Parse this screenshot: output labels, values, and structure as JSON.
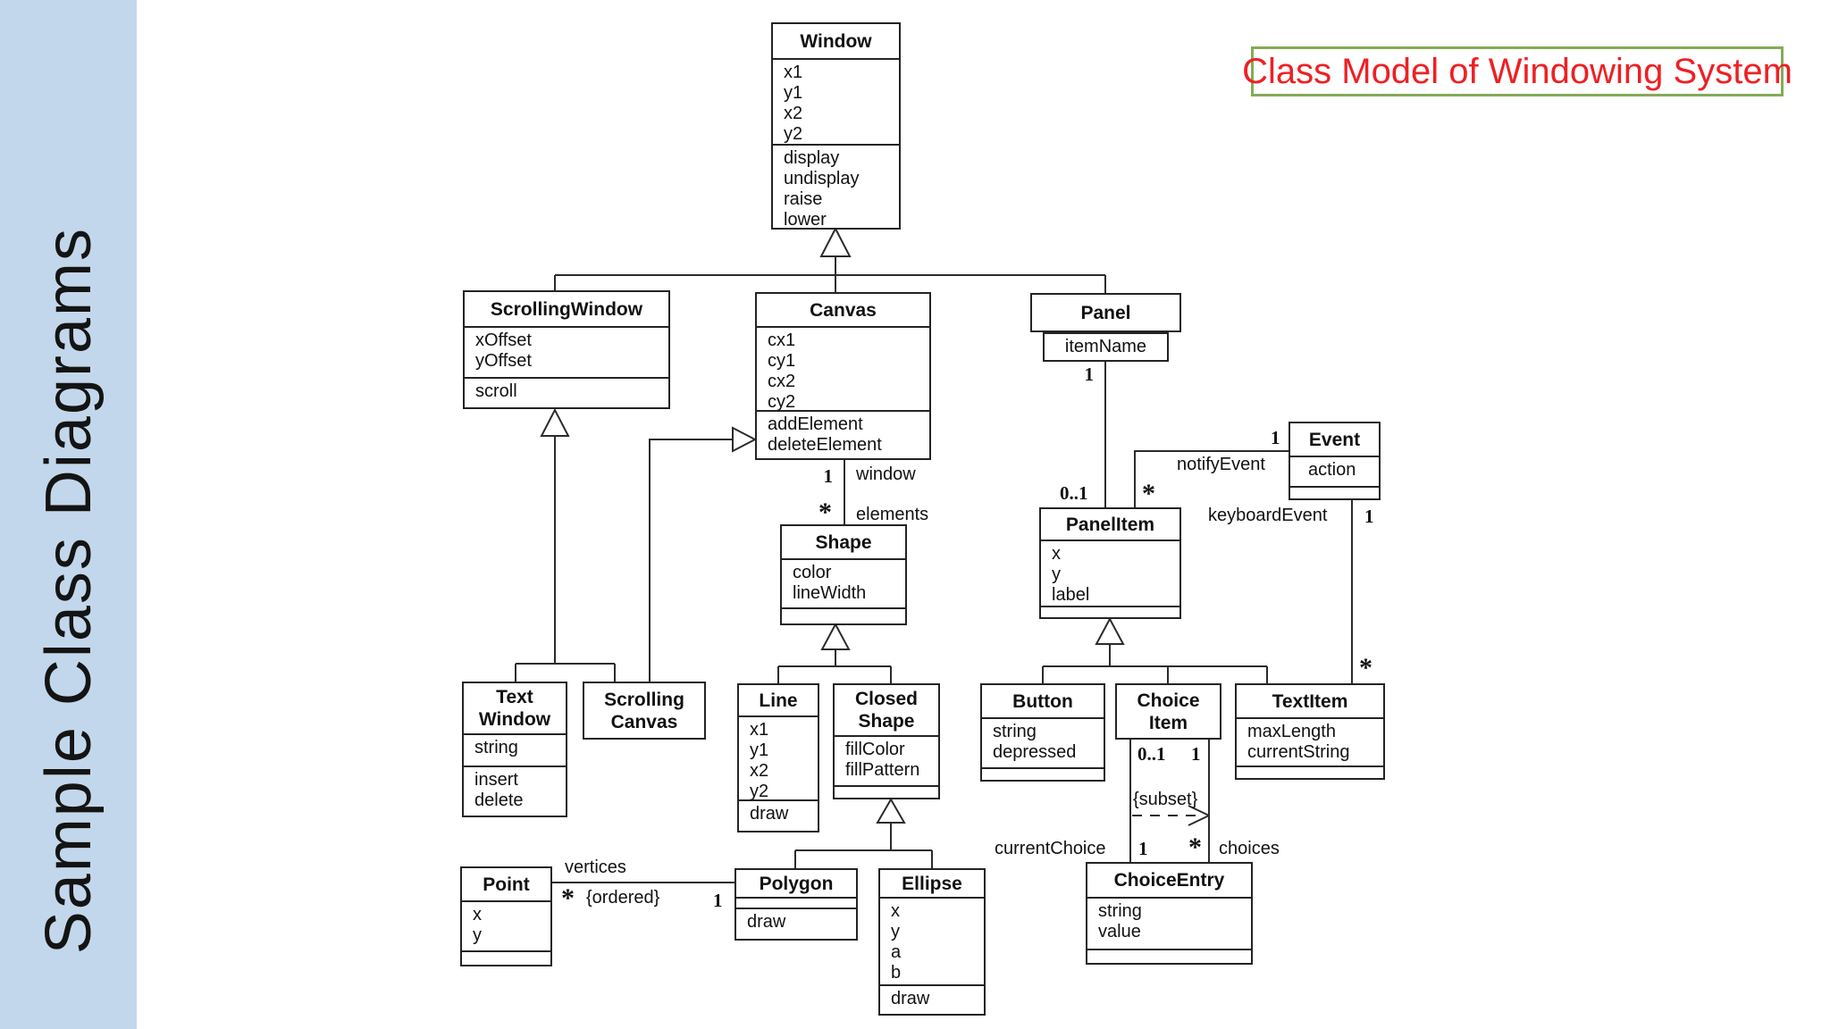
{
  "sidebar": {
    "title": "Sample Class Diagrams"
  },
  "header": {
    "title": "Class Model of Windowing System"
  },
  "colors": {
    "sidebar_bg": "#c3d7ec",
    "header_text": "#ee2024",
    "header_border": "#85ab57",
    "line": "#2b2b2b"
  },
  "classes": {
    "window": {
      "name": "Window",
      "attributes": [
        "x1",
        "y1",
        "x2",
        "y2"
      ],
      "operations": [
        "display",
        "undisplay",
        "raise",
        "lower"
      ]
    },
    "scrolling_window": {
      "name": "ScrollingWindow",
      "attributes": [
        "xOffset",
        "yOffset"
      ],
      "operations": [
        "scroll"
      ]
    },
    "canvas": {
      "name": "Canvas",
      "attributes": [
        "cx1",
        "cy1",
        "cx2",
        "cy2"
      ],
      "operations": [
        "addElement",
        "deleteElement"
      ]
    },
    "panel": {
      "name": "Panel",
      "attributes": [
        "itemName"
      ]
    },
    "event": {
      "name": "Event",
      "attributes": [
        "action"
      ]
    },
    "panel_item": {
      "name": "PanelItem",
      "attributes": [
        "x",
        "y",
        "label"
      ]
    },
    "shape": {
      "name": "Shape",
      "attributes": [
        "color",
        "lineWidth"
      ]
    },
    "text_window": {
      "name": "Text\nWindow",
      "attributes": [
        "string"
      ],
      "operations": [
        "insert",
        "delete"
      ]
    },
    "scrolling_canvas": {
      "name": "Scrolling\nCanvas"
    },
    "line": {
      "name": "Line",
      "attributes": [
        "x1",
        "y1",
        "x2",
        "y2"
      ],
      "operations": [
        "draw"
      ]
    },
    "closed_shape": {
      "name": "Closed\nShape",
      "attributes": [
        "fillColor",
        "fillPattern"
      ]
    },
    "button": {
      "name": "Button",
      "attributes": [
        "string",
        "depressed"
      ]
    },
    "choice_item": {
      "name": "Choice\nItem"
    },
    "text_item": {
      "name": "TextItem",
      "attributes": [
        "maxLength",
        "currentString"
      ]
    },
    "point": {
      "name": "Point",
      "attributes": [
        "x",
        "y"
      ]
    },
    "polygon": {
      "name": "Polygon",
      "operations": [
        "draw"
      ]
    },
    "ellipse": {
      "name": "Ellipse",
      "attributes": [
        "x",
        "y",
        "a",
        "b"
      ],
      "operations": [
        "draw"
      ]
    },
    "choice_entry": {
      "name": "ChoiceEntry",
      "attributes": [
        "string",
        "value"
      ]
    }
  },
  "edge_labels": {
    "canvas_end_mult": "1",
    "canvas_end_role": "window",
    "shape_end_mult": "*",
    "shape_end_role": "elements",
    "panel_end_mult": "1",
    "panelitem_end_mult": "0..1",
    "notify_panelitem_mult": "*",
    "notify_role": "notifyEvent",
    "notify_event_mult": "1",
    "keyboard_event_mult": "1",
    "keyboard_role": "keyboardEvent",
    "keyboard_textitem_mult": "*",
    "vertices_role": "vertices",
    "vertices_point_mult": "*",
    "vertices_constraint": "{ordered}",
    "vertices_polygon_mult": "1",
    "choice_left_top_mult": "0..1",
    "choice_right_top_mult": "1",
    "subset_constraint": "{subset}",
    "current_choice_mult": "1",
    "current_choice_role": "currentChoice",
    "choices_mult": "*",
    "choices_role": "choices"
  }
}
